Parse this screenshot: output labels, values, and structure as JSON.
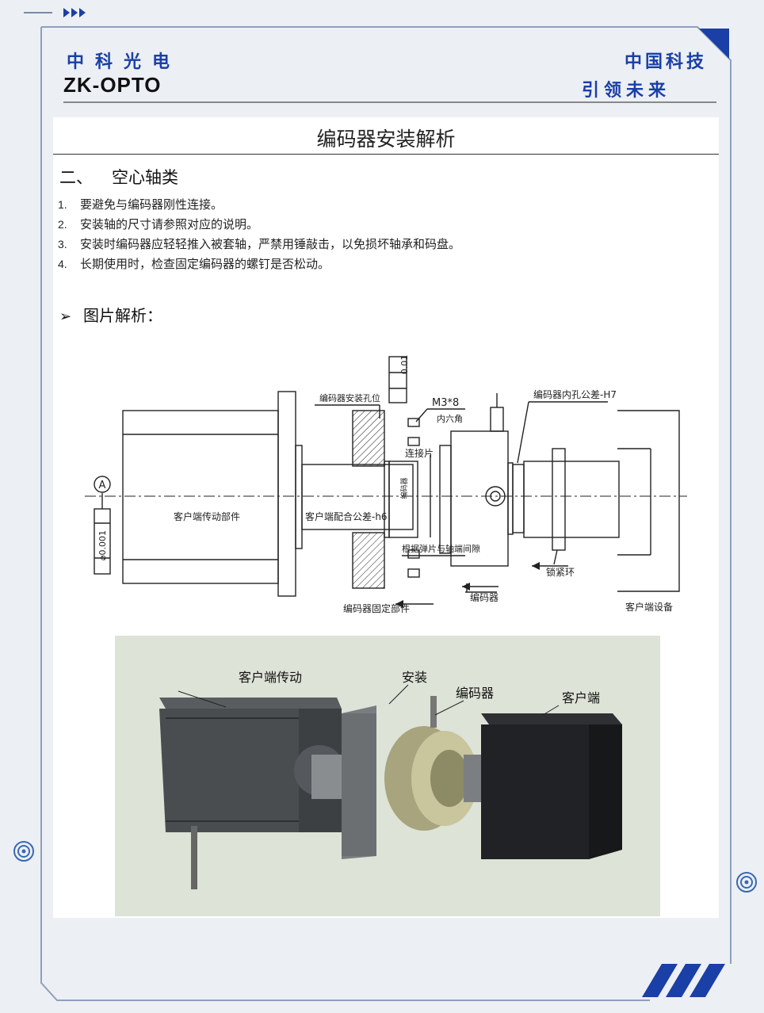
{
  "header": {
    "brand_cn": "中科光电",
    "brand_en": "ZK-OPTO",
    "slogan_line1": "中国科技",
    "slogan_line2": "引领未来"
  },
  "document": {
    "title": "编码器安装解析",
    "section_number": "二、",
    "section_title": "空心轴类",
    "items": [
      {
        "n": "1.",
        "text": "要避免与编码器刚性连接。"
      },
      {
        "n": "2.",
        "text": "安装轴的尺寸请参照对应的说明。"
      },
      {
        "n": "3.",
        "text": "安装时编码器应轻轻推入被套轴，严禁用锤敲击，以免损坏轴承和码盘。"
      },
      {
        "n": "4.",
        "text": "长期使用时，检查固定编码器的螺钉是否松动。"
      }
    ],
    "subheading": "图片解析："
  },
  "drawing": {
    "datum_label": "A",
    "flatness": "0.01",
    "runout": "⌀0.001",
    "labels": {
      "mount_hole": "编码器安装孔位",
      "screw": "M3*8",
      "hex": "内六角",
      "bore_tol": "编码器内孔公差-H7",
      "connector": "连接片",
      "drive_part": "客户端传动部件",
      "shaft_tol": "客户端配合公差-h6",
      "encoder_lead": "编码器",
      "gap_note": "根据弹片与轴端间隙",
      "lock_ring": "锁紧环",
      "encoder": "编码器",
      "fix_part": "编码器固定部件",
      "client_device": "客户端设备"
    }
  },
  "render": {
    "label_drive": "客户端传动",
    "label_mount": "安装",
    "label_encoder": "编码器",
    "label_client": "客户端"
  }
}
